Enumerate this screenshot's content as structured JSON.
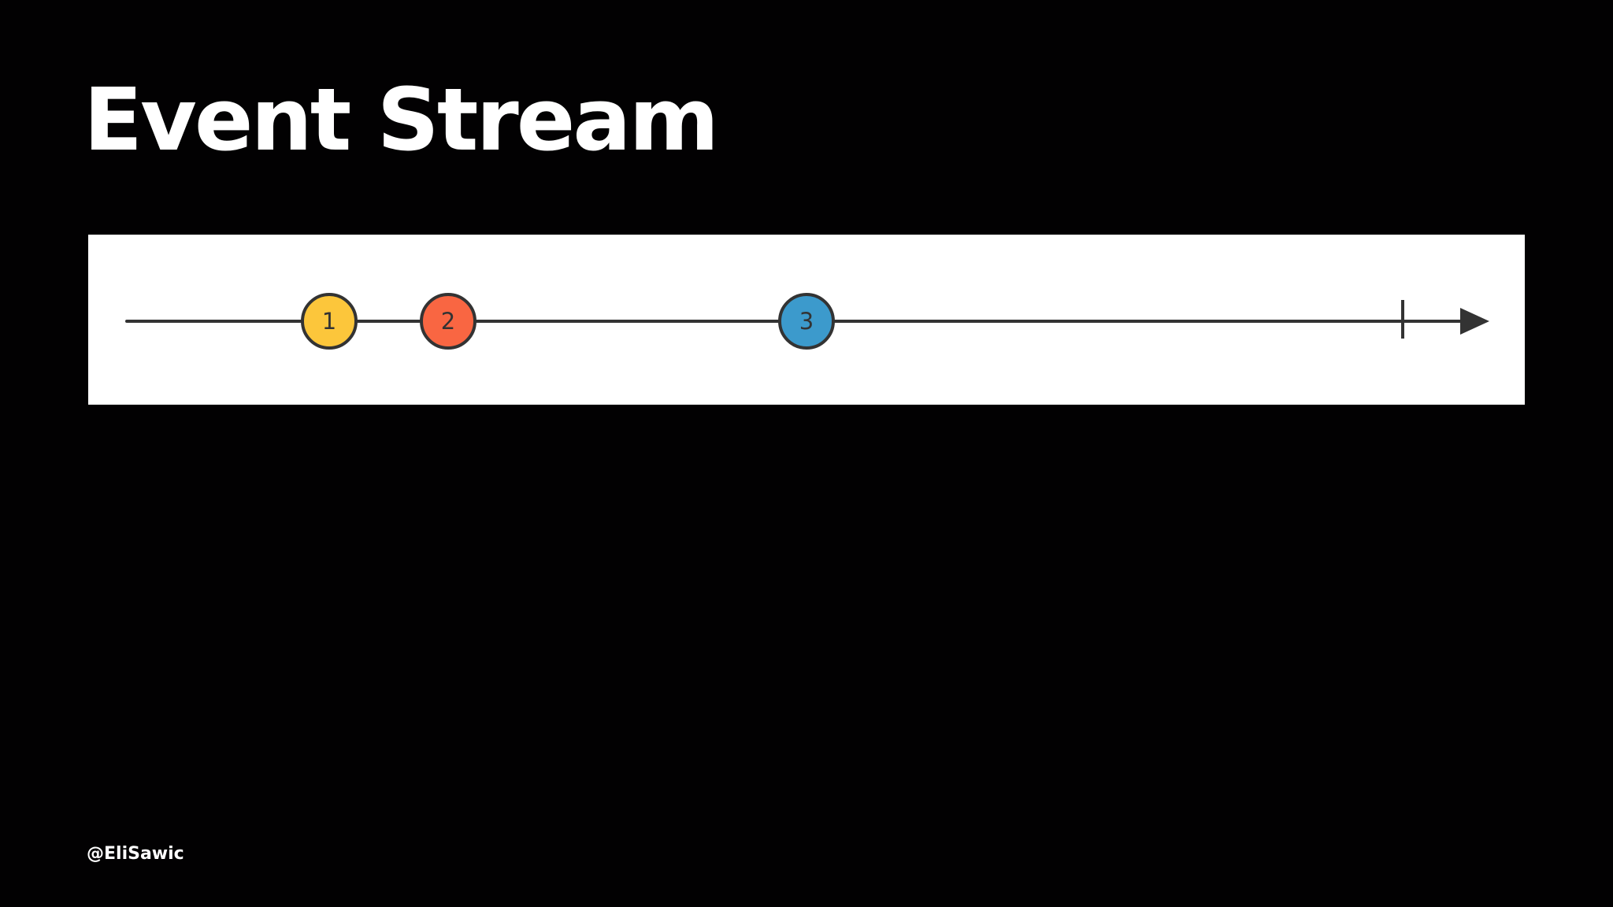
{
  "slide": {
    "title": "Event Stream",
    "author_handle": "@EliSawic"
  },
  "diagram": {
    "timeline": {
      "type": "marble-diagram",
      "has_completion_marker": true,
      "has_arrow": true
    },
    "events": [
      {
        "label": "1",
        "color": "#fcc63b"
      },
      {
        "label": "2",
        "color": "#f96642"
      },
      {
        "label": "3",
        "color": "#3c9acc"
      }
    ],
    "colors": {
      "background": "#020102",
      "panel": "#ffffff",
      "line": "#333333"
    }
  }
}
